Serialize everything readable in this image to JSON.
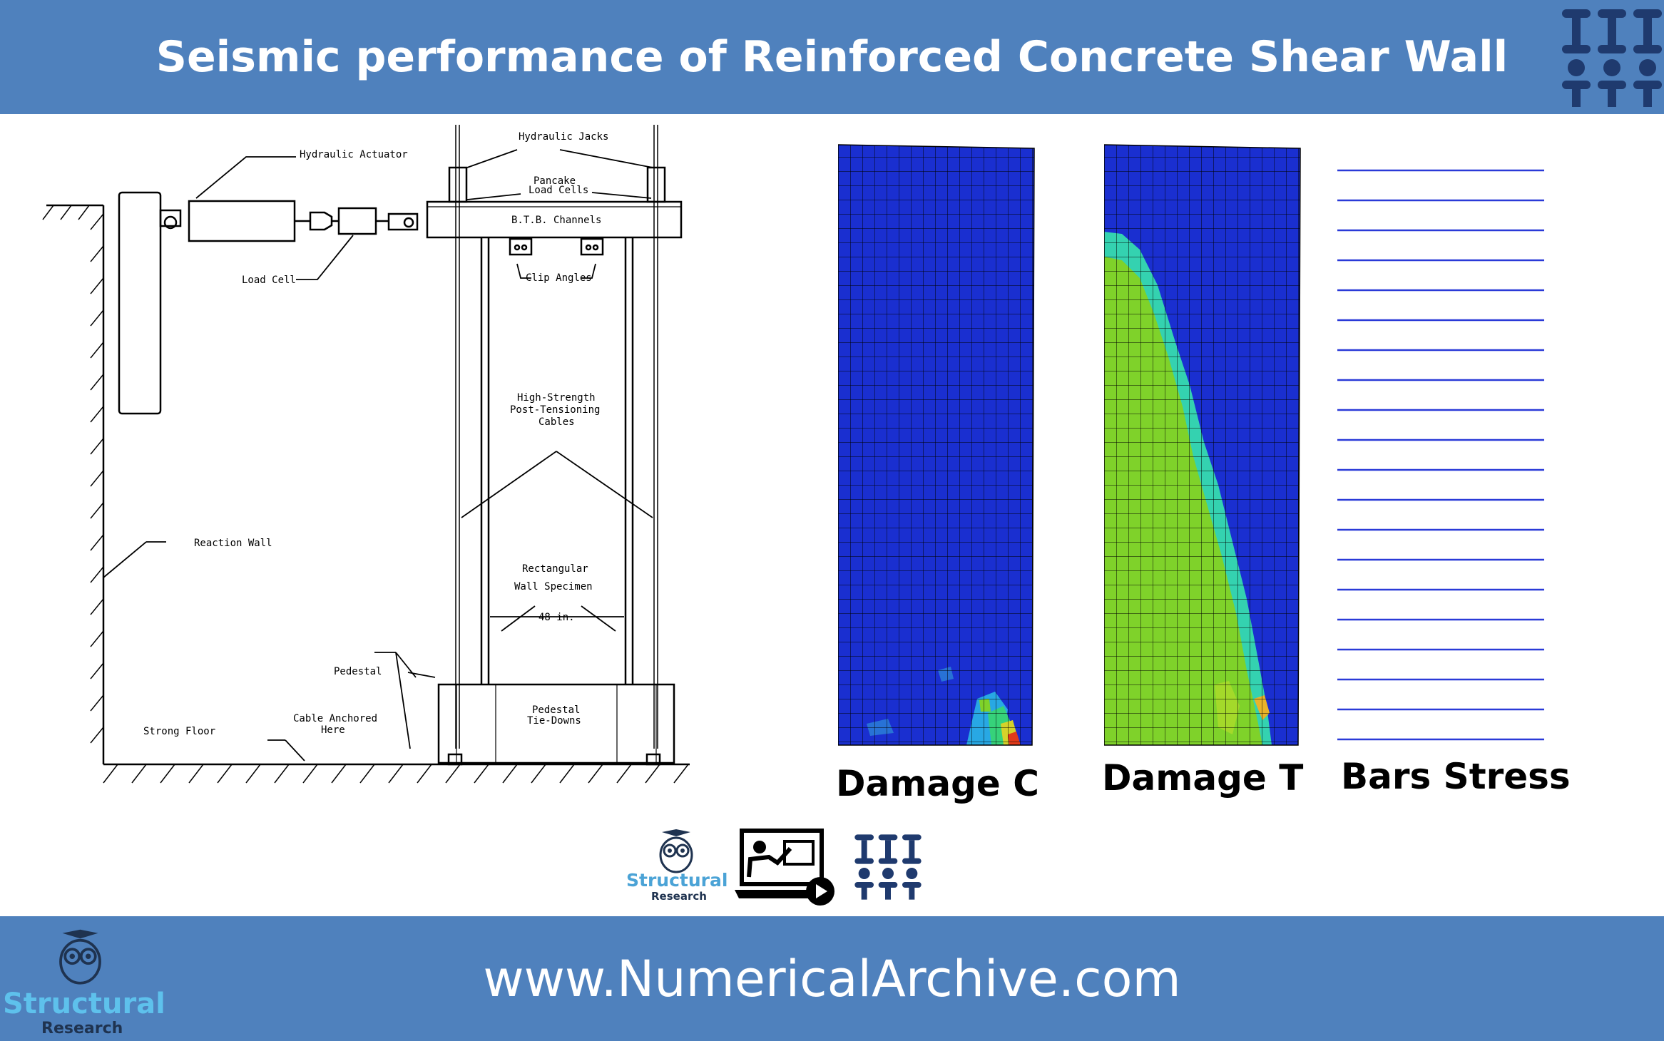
{
  "header": {
    "title": "Seismic performance of Reinforced Concrete Shear Wall"
  },
  "footer": {
    "url": "www.NumericalArchive.com",
    "brand": "Structural",
    "brand_sub": "Research"
  },
  "diagram": {
    "labels": {
      "hydraulic_actuator": "Hydraulic Actuator",
      "hydraulic_jacks": "Hydraulic Jacks",
      "pancake_1": "Pancake",
      "pancake_2": "Load Cells",
      "btb": "B.T.B. Channels",
      "load_cell": "Load Cell",
      "clip_angles": "Clip Angles",
      "hs_1": "High-Strength",
      "hs_2": "Post-Tensioning",
      "hs_3": "Cables",
      "rect_1": "Rectangular",
      "rect_2": "Wall Specimen",
      "width": "48 in.",
      "reaction_wall": "Reaction Wall",
      "pedestal": "Pedestal",
      "cable_1": "Cable Anchored",
      "cable_2": "Here",
      "tie_1": "Pedestal",
      "tie_2": "Tie-Downs",
      "strong_floor": "Strong Floor"
    }
  },
  "panels": {
    "damage_c": "Damage C",
    "damage_t": "Damage T",
    "bars_stress": "Bars Stress"
  },
  "center_logo": {
    "brand": "Structural",
    "brand_sub": "Research"
  },
  "colors": {
    "header": "#4f81bd",
    "mesh_blue": "#1a2fd0",
    "mesh_green": "#7fd22a",
    "brand_text": "#4ba3d6"
  }
}
